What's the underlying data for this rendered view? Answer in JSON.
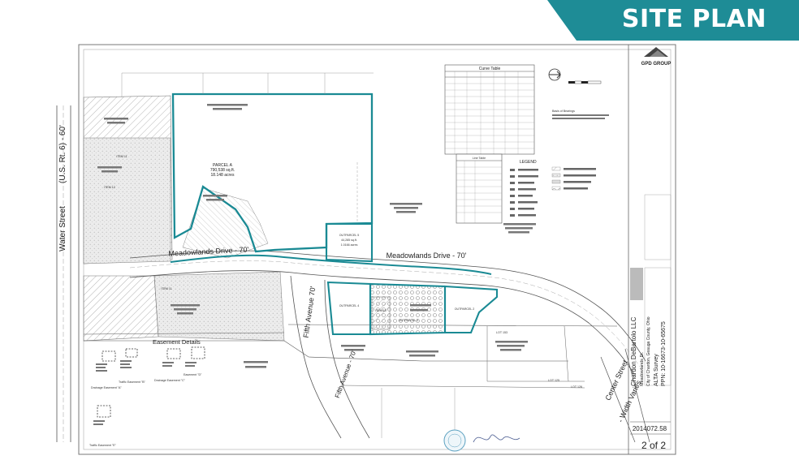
{
  "banner": {
    "title": "SITE PLAN",
    "color": "#1e8c96"
  },
  "colors": {
    "parcel_outline": "#1a8a94",
    "linework": "#444444",
    "hatch": "#bbbbbb"
  },
  "streets": {
    "meadowlands_west": "Meadowlands Drive - 70'",
    "meadowlands_east": "Meadowlands Drive - 70'",
    "fifth_avenue": "Fifth Avenue 70'",
    "fifth_avenue_lower": "Fifth Avenue - 70'",
    "water_street": "Water Street",
    "us_route": "(U.S. Rt. 6) - 60'",
    "center_street": "Center Street",
    "width_varies": "- Width Varies"
  },
  "parcels": {
    "parcel_a": "PARCEL A",
    "parcel_a_area": "790,538 sq.ft.",
    "parcel_a_acres": "18.148 acres",
    "outparcel_5": "OUTPARCEL 5",
    "outparcel_5_area": "44,285 sq.ft.",
    "outparcel_5_acres": "1.0166 acres",
    "outparcel_4": "OUTPARCEL 4",
    "outparcel_3": "OUTPARCEL 3",
    "outparcel_2": "OUTPARCEL 2",
    "item_10": "ITEM 10",
    "item_11_upper": "ITEM 11",
    "item_12": "ITEM 12",
    "item_11_lower": "ITEM 11"
  },
  "lots": {
    "lot_153": "LOT 153",
    "lot_126": "LOT 126",
    "lot_125": "LOT 125"
  },
  "details": {
    "title": "Easement Details",
    "easement_a": "Drainage Easement \"A\"",
    "easement_b": "Traffic Easement \"B\"",
    "easement_c": "Drainage Easement \"C\"",
    "easement_d": "Easement \"D\"",
    "easement_e": "Traffic Easement \"E\""
  },
  "tables": {
    "curve_title": "Curve Table",
    "line_title": "Line Table",
    "legend_title": "LEGEND"
  },
  "notes": {
    "basis_title": "Basis of Bearings"
  },
  "title_block": {
    "company": "GPD GROUP",
    "project": "Chardon DeBartolo LLC",
    "location": "Meadowlands Dr.",
    "city": "City of Chardon, Geauga County, Ohio",
    "survey": "ALTA Survey",
    "ppn": "PPN: 10-16673-10-65675",
    "job_no": "2014072.58",
    "sheet": "2 of 2"
  }
}
